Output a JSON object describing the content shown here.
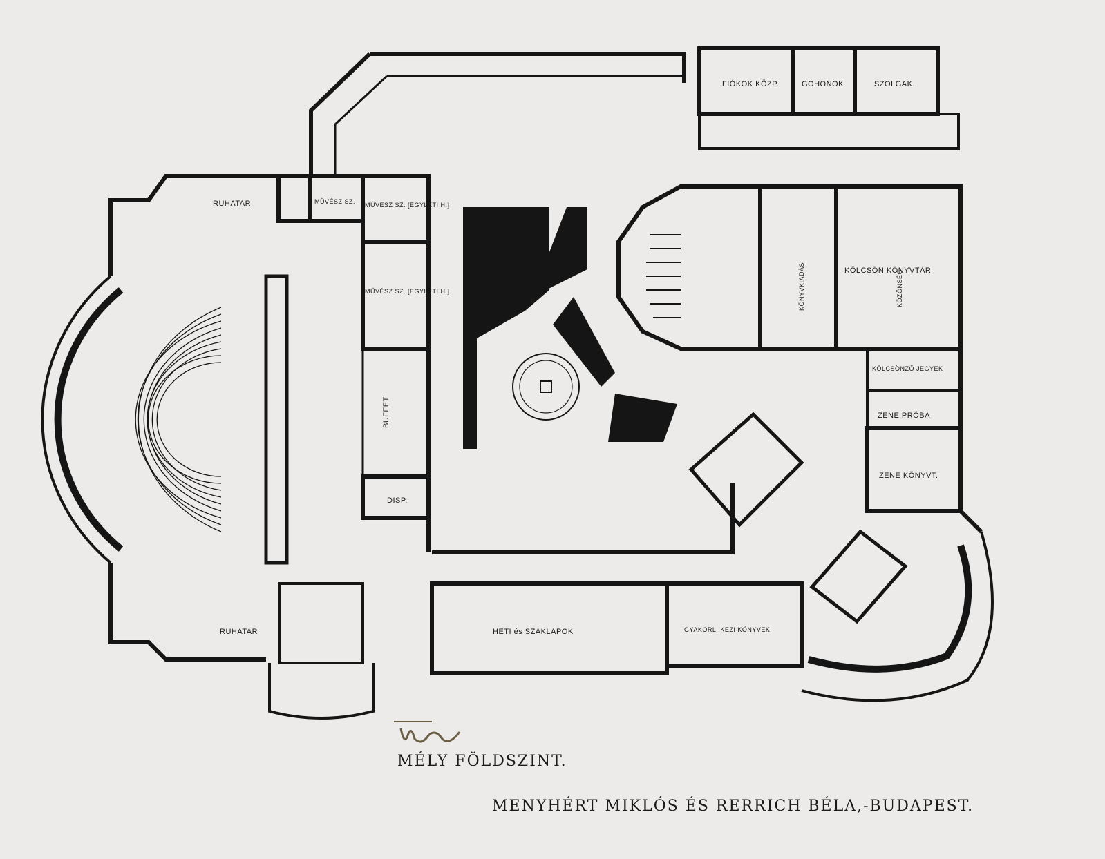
{
  "plan": {
    "title": "MÉLY FÖLDSZINT.",
    "architects": "MENYHÉRT MIKLÓS ÉS RERRICH BÉLA,-BUDAPEST.",
    "handwritten_note": "Mély"
  },
  "rooms": {
    "fiokok_kozp": "FIÓKOK KÖZP.",
    "gohonok": "GOHONOK",
    "szolgak": "SZOLGAK.",
    "ruhatar_top": "RUHATAR.",
    "muvesz_sz": "MŰVÉSZ SZ.",
    "muvesz_egyleti_top": "MŰVÉSZ SZ. [EGYLETI H.]",
    "muvesz_egyleti_mid": "MŰVÉSZ SZ. [EGYLETI H.]",
    "buffet": "BUFFET",
    "disp": "DISP.",
    "ruhatar_bottom": "RUHATAR",
    "heti_szaklapok": "HETI és SZAKLAPOK",
    "gyakorl_kezi": "GYAKORL. KEZI KÖNYVEK",
    "konyvkiadas": "KÖNYVKIADÁS",
    "kolcson_konyvtar": "KÖLCSÖN KÖNYVTÁR",
    "kozonseg": "KÖZÖNSÉG",
    "kolcsonzo_jegyek": "KÖLCSÖNZŐ JEGYEK",
    "zene_proba": "ZENE PRÓBA",
    "zene_konyvt": "ZENE KÖNYVT."
  },
  "colors": {
    "paper": "#ecebea",
    "ink": "#151515"
  }
}
